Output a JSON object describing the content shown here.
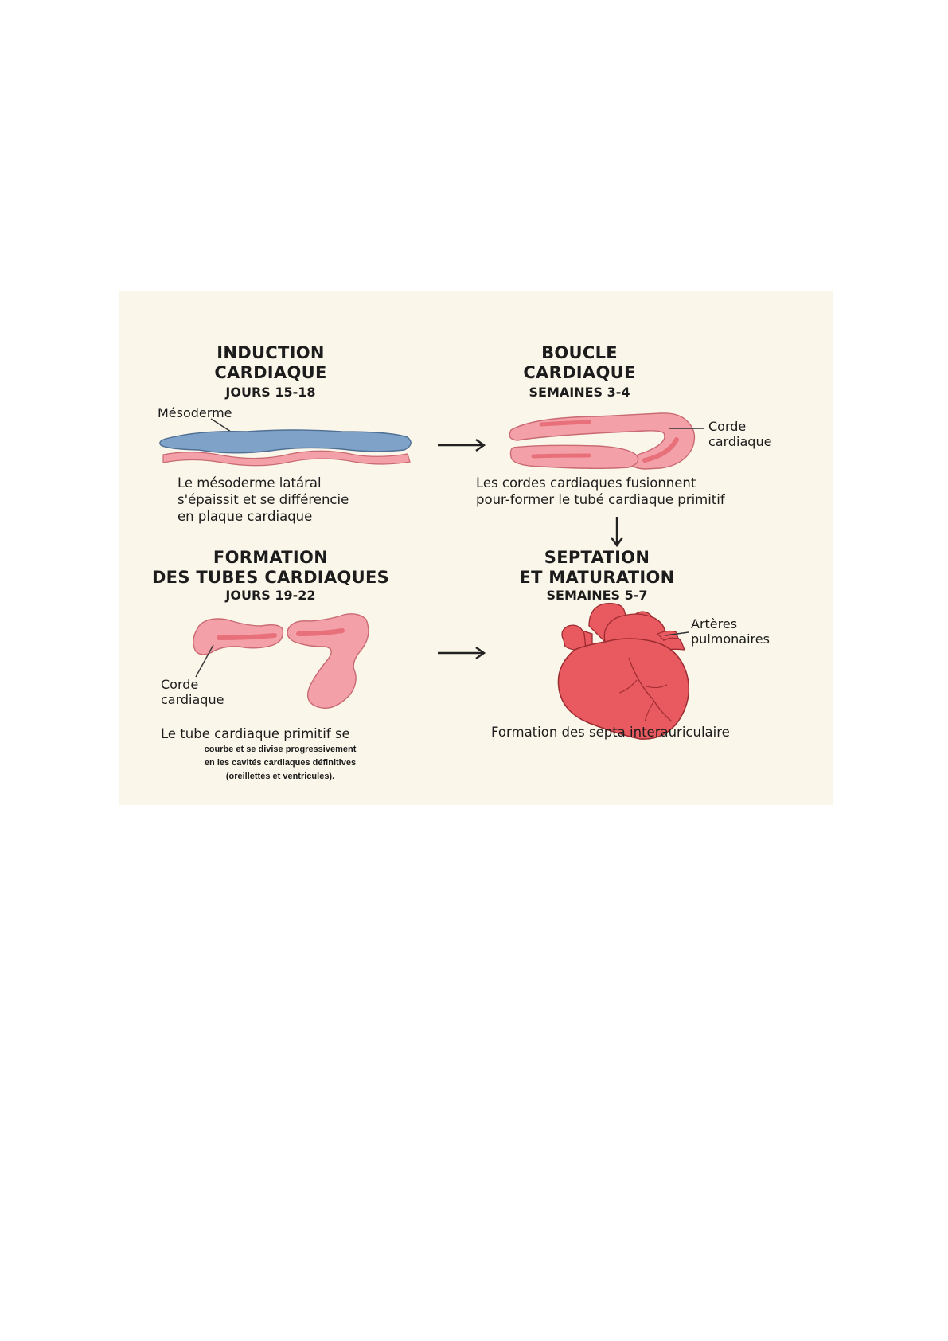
{
  "stages": [
    {
      "title_lines": [
        "INDUCTION",
        "CARDIAQUE"
      ],
      "subtitle": "JOURS 15-18",
      "label": "Mésoderme",
      "description": [
        "Le mésoderme latáral",
        "s'épaissit et se différencie",
        "en plaque cardiaque"
      ]
    },
    {
      "title_lines": [
        "BOUCLE",
        "CARDIAQUE"
      ],
      "subtitle": "SEMAINES 3-4",
      "label_lines": [
        "Corde",
        "cardiaque"
      ],
      "description": [
        "Les cordes cardiaques fusionnent",
        "pour-former le tubé cardiaque primitif"
      ]
    },
    {
      "title_lines": [
        "FORMATION",
        "DES TUBES CARDIAQUES"
      ],
      "subtitle": "JOURS 19-22",
      "label_lines": [
        "Corde",
        "cardiaque"
      ],
      "description_main": "Le tube cardiaque primitif se",
      "description_small": [
        "courbe et se divise progressivement",
        "en les cavités cardiaques définitives",
        "(oreillettes et ventricules)."
      ]
    },
    {
      "title_lines": [
        "SEPTATION",
        "ET MATURATION"
      ],
      "subtitle": "SEMAINES 5-7",
      "label_lines": [
        "Artères",
        "pulmonaires"
      ],
      "description": [
        "Formation des septa interauriculaire"
      ]
    }
  ],
  "colors": {
    "background": "#fbf6ea",
    "mesoderm_blue": "#7fa3c8",
    "tissue_pink": "#f3a0a8",
    "tissue_dark_pink": "#e8707a",
    "heart_red": "#e85a5f",
    "arrow": "#222222"
  },
  "icons": [
    "arrow-right-icon",
    "arrow-down-icon",
    "heart-icon"
  ]
}
